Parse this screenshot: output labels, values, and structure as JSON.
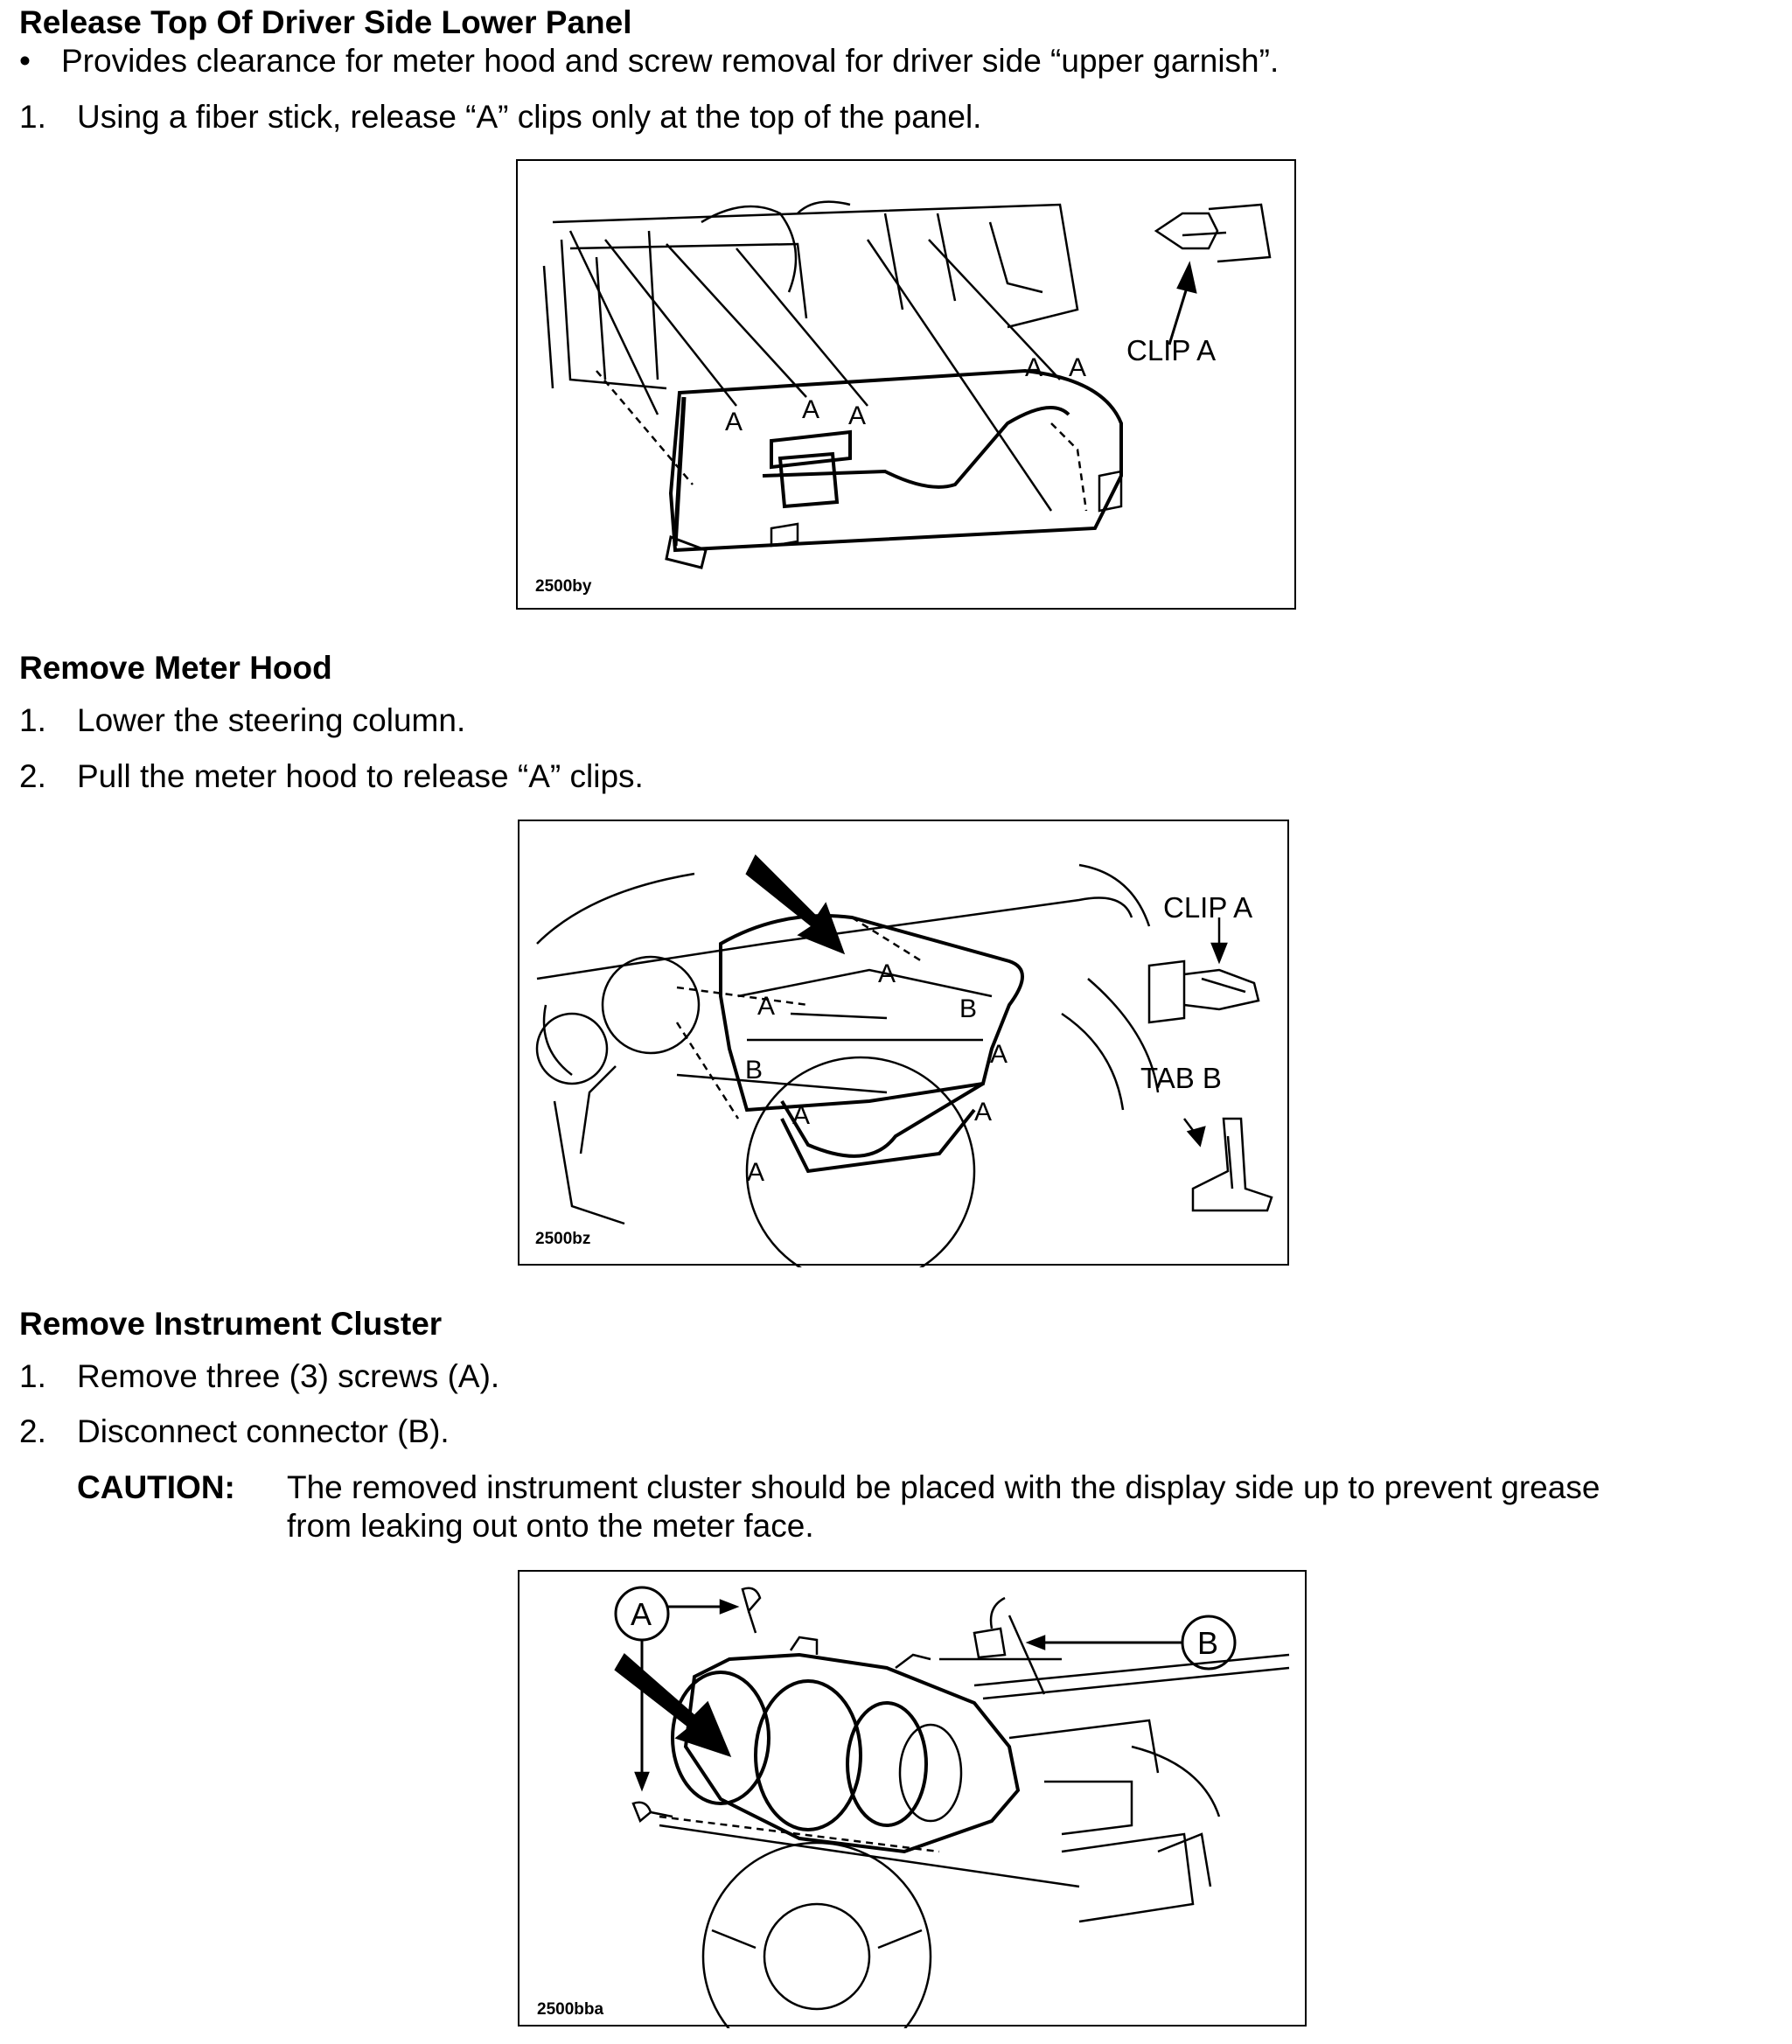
{
  "section1": {
    "heading": "Release Top Of Driver Side Lower Panel",
    "bullet_symbol": "•",
    "bullet": "Provides clearance for meter hood and screw removal for driver side “upper garnish”.",
    "steps": [
      {
        "num": "1.",
        "text": "Using a fiber stick, release “A” clips only at the top of the panel."
      }
    ],
    "figure": {
      "id": "2500by",
      "clip_label": "CLIP A",
      "callout": "A"
    }
  },
  "section2": {
    "heading": "Remove Meter Hood",
    "steps": [
      {
        "num": "1.",
        "text": "Lower the steering column."
      },
      {
        "num": "2.",
        "text": "Pull the meter hood to release “A” clips."
      }
    ],
    "figure": {
      "id": "2500bz",
      "clip_label": "CLIP A",
      "tab_label": "TAB B",
      "callout_a": "A",
      "callout_b": "B"
    }
  },
  "section3": {
    "heading": "Remove Instrument Cluster",
    "steps": [
      {
        "num": "1.",
        "text": "Remove three (3) screws (A)."
      },
      {
        "num": "2.",
        "text": "Disconnect connector (B)."
      }
    ],
    "caution_label": "CAUTION:",
    "caution_text_line1": "The removed instrument cluster should be placed with the display side up to prevent grease",
    "caution_text_line2": "from leaking out onto the meter face.",
    "figure": {
      "id": "2500bba",
      "callout_a": "A",
      "callout_b": "B"
    }
  }
}
